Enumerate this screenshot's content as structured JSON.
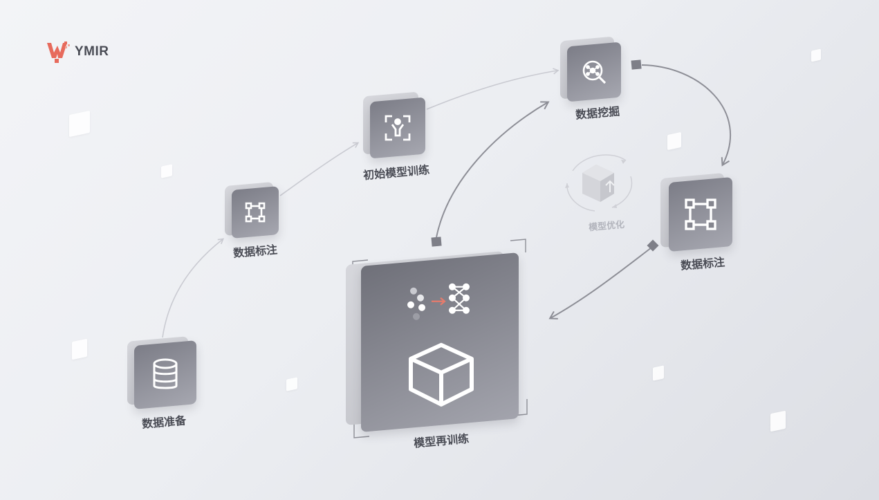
{
  "logo": {
    "text": "YMIR",
    "accent": "#e76a5c"
  },
  "nodes": {
    "data_prep": {
      "label": "数据准备",
      "icon": "database-icon"
    },
    "annotation_1": {
      "label": "数据标注",
      "icon": "bounding-box-icon"
    },
    "initial_training": {
      "label": "初始模型训练",
      "icon": "person-detect-icon"
    },
    "data_mining": {
      "label": "数据挖掘",
      "icon": "search-network-icon"
    },
    "annotation_2": {
      "label": "数据标注",
      "icon": "bounding-box-icon"
    },
    "model_optimize": {
      "label": "模型优化",
      "icon": "cube-upload-icon"
    },
    "retraining": {
      "label": "模型再训练",
      "icon": "cube-icon"
    }
  },
  "colors": {
    "tile_front": "#8a8b94",
    "tile_back": "#cfd0d5",
    "arrow_light": "#c9cad1",
    "arrow_dark": "#8d8e96",
    "label": "#4a4c55"
  }
}
